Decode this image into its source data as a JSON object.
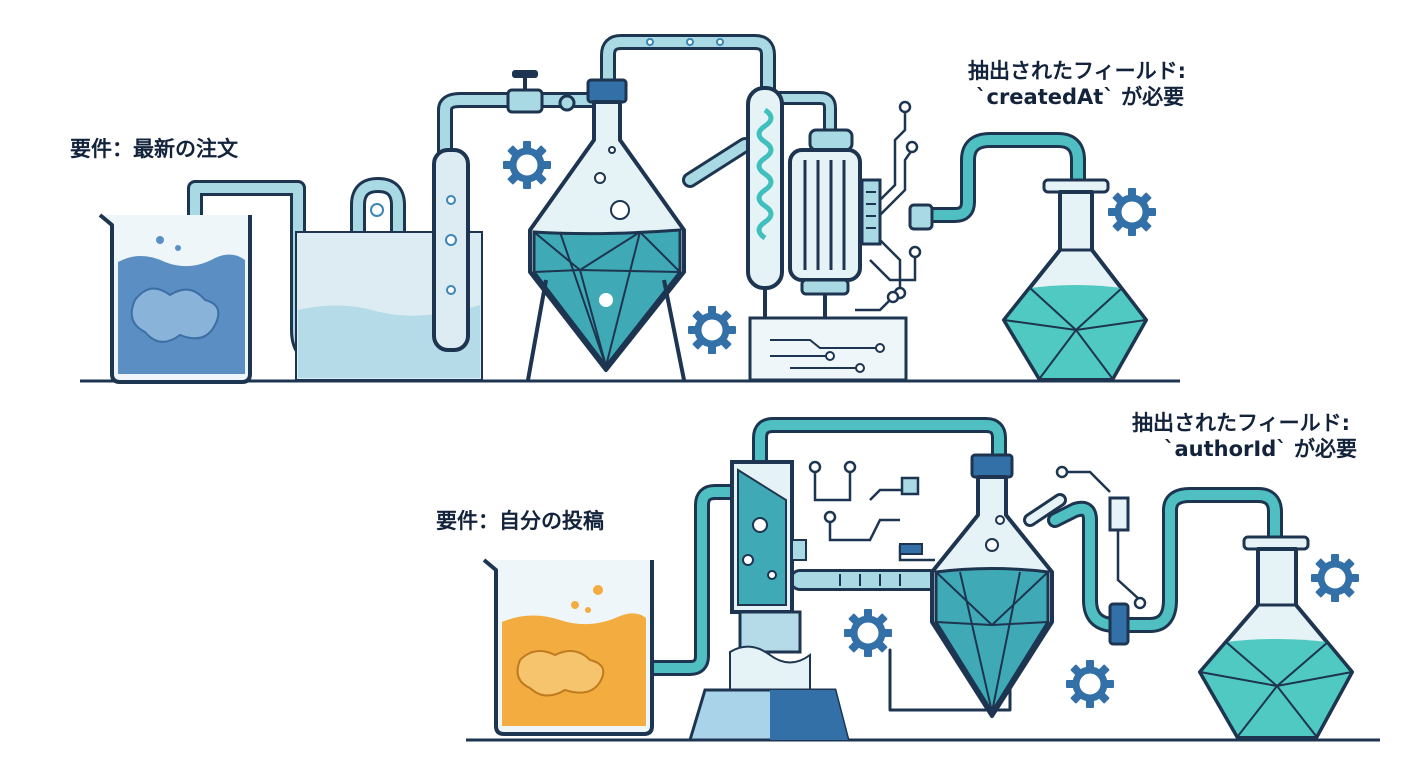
{
  "colors": {
    "outline": "#1d3550",
    "pipe": "#9fd3dc",
    "glass": "#e6f3f6",
    "blue_liquid": "#5b8fc4",
    "teal_liquid": "#3fbfbd",
    "orange_liquid": "#f0a93a",
    "gear": "#3470a8"
  },
  "pipeline_top": {
    "requirement_label": "要件：最新の注文",
    "extracted_label": "抽出されたフィールド:",
    "field_line": "`createdAt` が必要",
    "source_liquid": "blue",
    "output_liquid": "teal"
  },
  "pipeline_bottom": {
    "requirement_label": "要件：自分の投稿",
    "extracted_label": "抽出されたフィールド:",
    "field_line": "`authorId` が必要",
    "source_liquid": "orange",
    "output_liquid": "teal"
  },
  "icons": [
    "beaker-icon",
    "gear-icon",
    "flask-icon",
    "condenser-icon",
    "valve-icon",
    "circuit-icon"
  ]
}
